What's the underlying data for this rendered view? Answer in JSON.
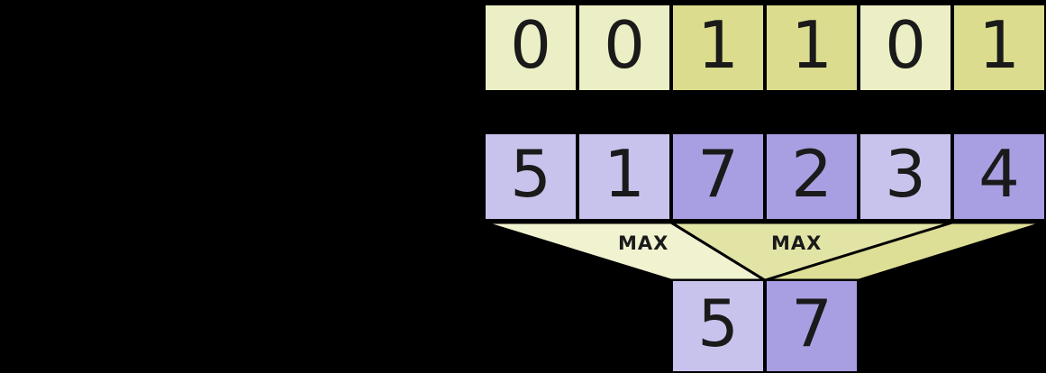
{
  "colors": {
    "background": "#000000",
    "mask_light": "#ecefc5",
    "mask_dark": "#dbdc8e",
    "value_light": "#c8c3ec",
    "value_dark": "#a89fe3",
    "funnel_light": "#f0f2d0",
    "funnel_dark": "#dedf96",
    "funnel_overlap": "#e2e4a6",
    "digit": "#1a1a1a"
  },
  "rows": {
    "mask": {
      "cells": [
        {
          "value": "0",
          "tone": "light"
        },
        {
          "value": "0",
          "tone": "light"
        },
        {
          "value": "1",
          "tone": "dark"
        },
        {
          "value": "1",
          "tone": "dark"
        },
        {
          "value": "0",
          "tone": "light"
        },
        {
          "value": "1",
          "tone": "dark"
        }
      ]
    },
    "values": {
      "cells": [
        {
          "value": "5",
          "tone": "light"
        },
        {
          "value": "1",
          "tone": "light"
        },
        {
          "value": "7",
          "tone": "dark"
        },
        {
          "value": "2",
          "tone": "dark"
        },
        {
          "value": "3",
          "tone": "light"
        },
        {
          "value": "4",
          "tone": "dark"
        }
      ]
    },
    "output": {
      "cells": [
        {
          "value": "5",
          "tone": "light"
        },
        {
          "value": "7",
          "tone": "dark"
        }
      ]
    }
  },
  "funnel": {
    "labels": [
      "MAX",
      "MAX"
    ]
  }
}
